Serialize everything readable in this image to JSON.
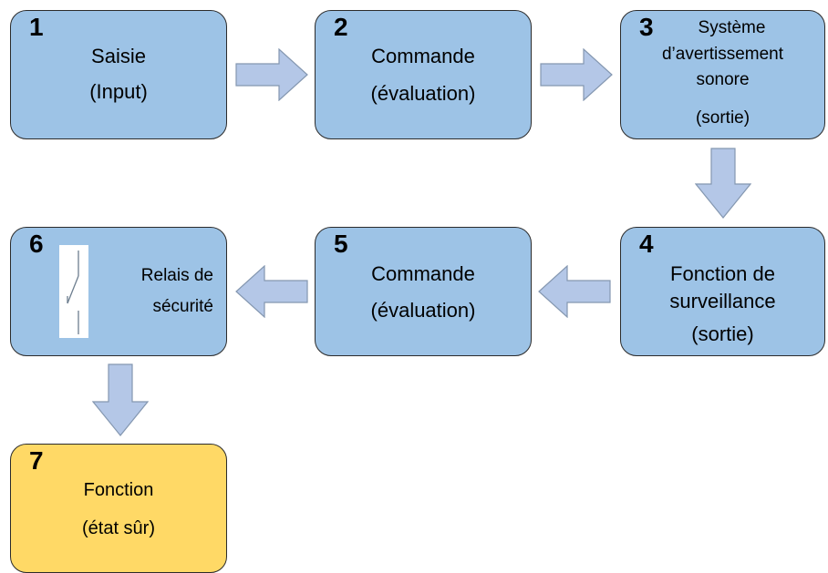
{
  "colors": {
    "box_blue": "#9dc3e6",
    "box_yellow": "#ffd966",
    "arrow_fill": "#b4c7e7",
    "arrow_stroke": "#8497b0"
  },
  "steps": [
    {
      "number": "1",
      "lines": [
        "Saisie",
        "(Input)"
      ]
    },
    {
      "number": "2",
      "lines": [
        "Commande",
        "(évaluation)"
      ]
    },
    {
      "number": "3",
      "lines": [
        "Système",
        "d’avertissement",
        "sonore",
        "(sortie)"
      ]
    },
    {
      "number": "4",
      "lines": [
        "Fonction de",
        "surveillance",
        "(sortie)"
      ]
    },
    {
      "number": "5",
      "lines": [
        "Commande",
        "(évaluation)"
      ]
    },
    {
      "number": "6",
      "lines": [
        "Relais de",
        "sécurité"
      ],
      "icon": "relay-switch-icon"
    },
    {
      "number": "7",
      "lines": [
        "Fonction",
        "(état sûr)"
      ]
    }
  ]
}
